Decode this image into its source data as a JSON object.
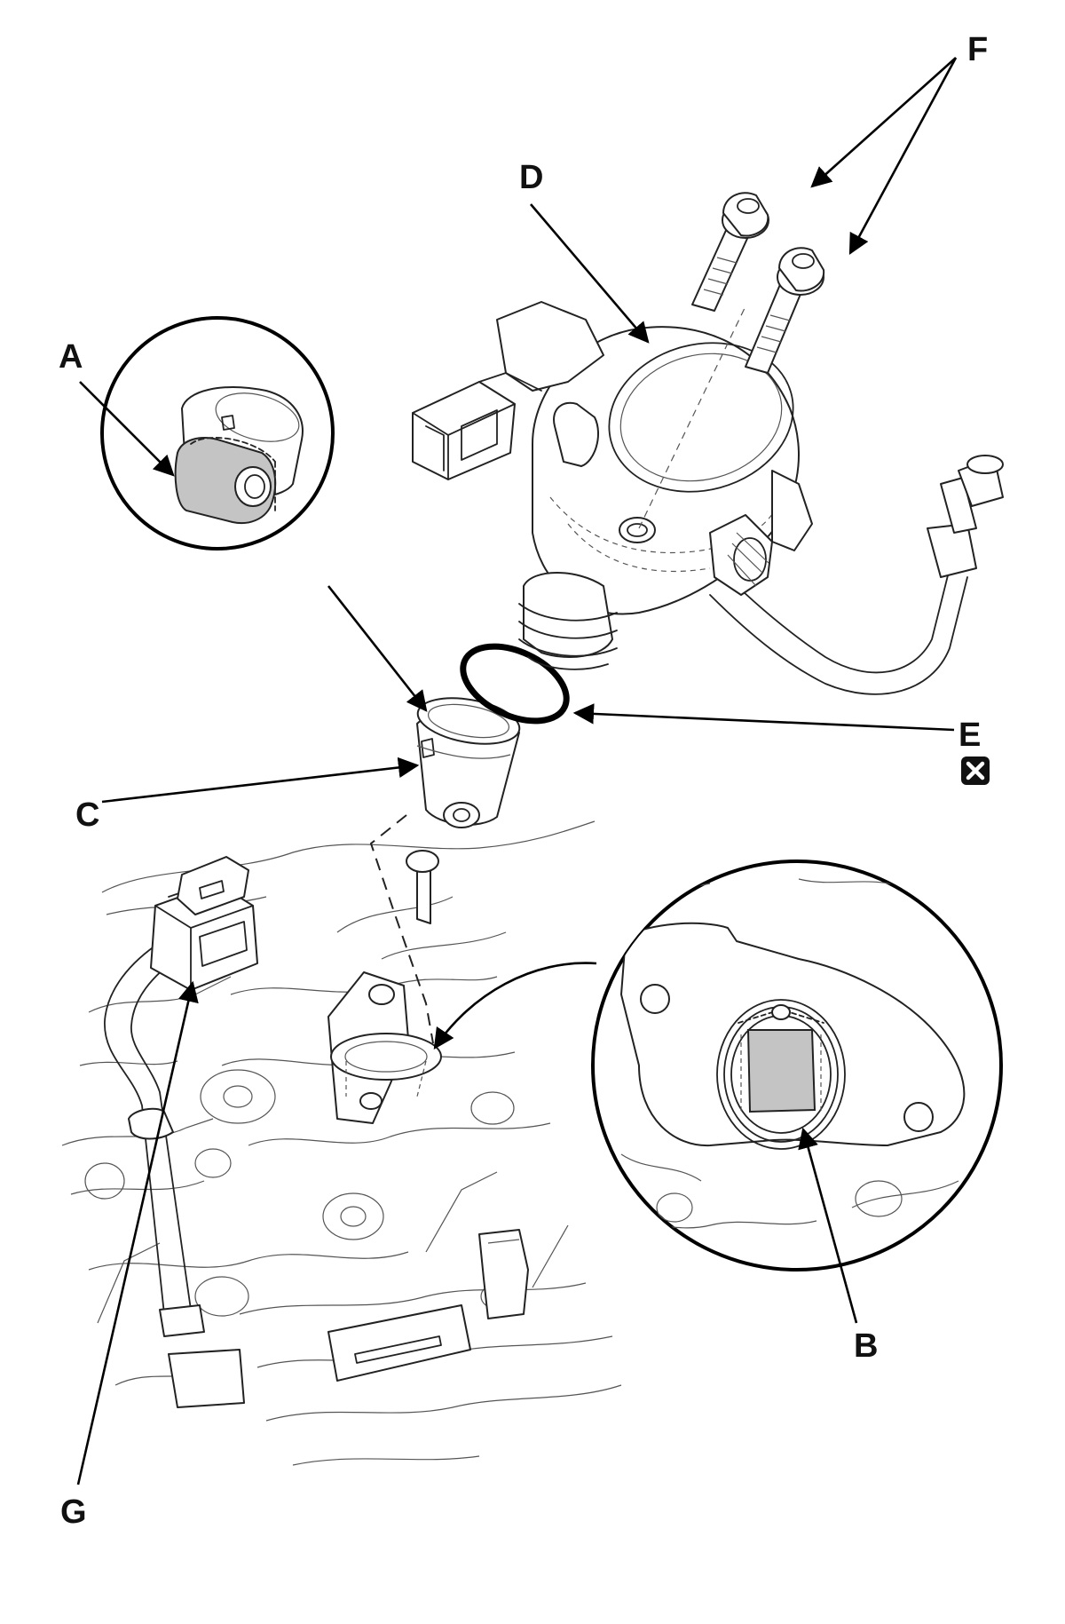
{
  "callouts": {
    "A": "A",
    "B": "B",
    "C": "C",
    "D": "D",
    "E": "E",
    "F": "F",
    "G": "G"
  },
  "icons": {
    "replace_mark": "x-box-icon"
  },
  "colors": {
    "line": "#222222",
    "highlight_fill": "#c4c4c4",
    "background": "#ffffff"
  }
}
